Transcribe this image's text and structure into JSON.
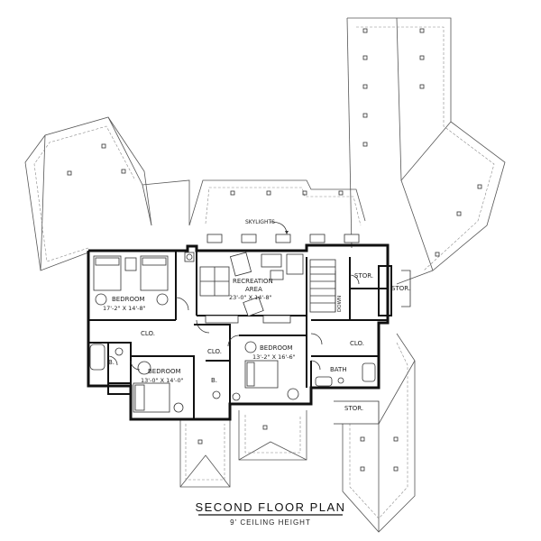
{
  "title": "SECOND FLOOR PLAN",
  "subtitle": "9' CEILING HEIGHT",
  "annotations": {
    "skylights": "SKYLIGHTS",
    "down": "DOWN"
  },
  "rooms": {
    "bedroom_1": {
      "name": "BEDROOM",
      "dims": "17'-2\" X 14'-8\""
    },
    "recreation": {
      "name1": "RECREATION",
      "name2": "AREA",
      "dims": "23'-0\" X 14'-8\""
    },
    "bedroom_2": {
      "name": "BEDROOM",
      "dims": "13'-0\" X 14'-0\""
    },
    "bedroom_3": {
      "name": "BEDROOM",
      "dims": "13'-2\" X 16'-6\""
    },
    "clo_1": "CLO.",
    "clo_2": "CLO.",
    "clo_3": "CLO.",
    "bath_b1": "B.",
    "bath_b2": "B.",
    "bath": "BATH",
    "stor_1": "STOR.",
    "stor_2": "STOR.",
    "stor_3": "STOR."
  }
}
